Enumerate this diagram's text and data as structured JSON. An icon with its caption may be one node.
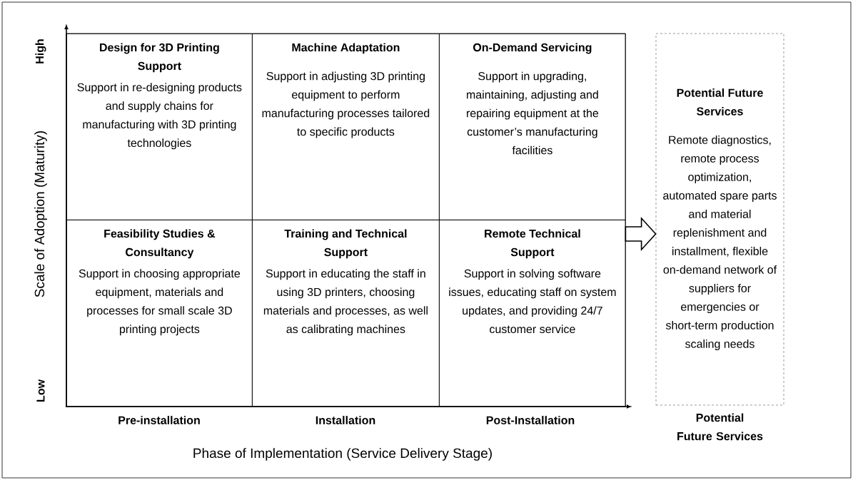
{
  "diagram": {
    "nodes": [
      {
        "text": [],
        "shape": "box"
      },
      {
        "text": [
          "Design for 3D Printing Support",
          "Support in re-designing products and supply chains for manufacturing with 3D printing technologies"
        ],
        "in": 0
      },
      {
        "text": [
          "Machine Adaptation",
          "Support in adjusting 3D printing equipment to perform manufacturing processes tailored to specific products"
        ],
        "in": 0
      },
      {
        "text": [
          "On-Demand Servicing",
          "Support in upgrading, maintaining, adjusting and repairing equipment at the customer’s manufacturing facilities"
        ],
        "in": 0
      },
      {
        "text": [
          "Feasibility Studies & Consultancy",
          "Support in choosing appropriate equipment, materials and processes for small scale 3D printing projects"
        ],
        "in": 0
      },
      {
        "text": [
          "Training and Technical Support",
          "Support in educating the staff in using 3D printers, choosing materials and processes, as well as calibrating machines"
        ],
        "in": 0
      },
      {
        "text": [
          "Remote Technical Support",
          "Support in solving software issues, educating staff on system updates, and providing 24/7 customer service"
        ],
        "in": 0
      },
      {
        "text": [
          "Potential Future Services",
          "Remote diagnostics, remote process optimization, automated spare parts and material replenishment and installment, flexible on-demand network of suppliers for emergencies or short-term production scaling needs"
        ],
        "beside": [
          "Potential Future Services"
        ]
      }
    ],
    "edges": [
      {
        "from": 0,
        "to": 7,
        "arrow": "to"
      }
    ],
    "labels": [
      "High",
      "Scale of Adoption (Maturity)",
      "Low",
      "Pre-installation",
      "Installation",
      "Post-Installation",
      "Phase of Implementation (Service Delivery Stage)"
    ]
  }
}
